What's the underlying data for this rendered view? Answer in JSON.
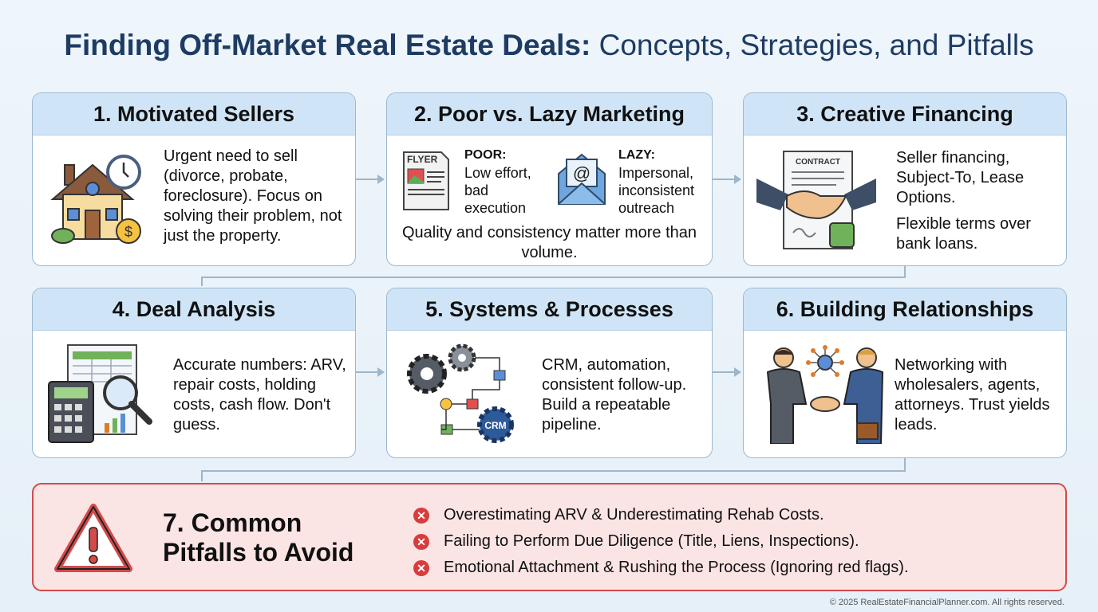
{
  "title": {
    "bold": "Finding Off-Market Real Estate Deals:",
    "rest": " Concepts, Strategies, and Pitfalls"
  },
  "cards": [
    {
      "title": "1. Motivated Sellers",
      "text": "Urgent need to sell (divorce, probate, foreclosure). Focus on solving their problem, not just the property."
    },
    {
      "title": "2. Poor vs. Lazy Marketing",
      "poor_label": "POOR:",
      "poor_text": "Low effort, bad execution",
      "lazy_label": "LAZY:",
      "lazy_text": "Impersonal, inconsistent outreach",
      "flyer_label": "FLYER",
      "summary": "Quality and consistency matter more than volume."
    },
    {
      "title": "3. Creative Financing",
      "contract_label": "CONTRACT",
      "text1": "Seller financing, Subject-To, Lease Options.",
      "text2": "Flexible terms over bank loans."
    },
    {
      "title": "4. Deal Analysis",
      "text": "Accurate numbers: ARV, repair costs, holding costs, cash flow. Don't guess."
    },
    {
      "title": "5. Systems & Processes",
      "crm_label": "CRM",
      "text": "CRM, automation, consistent follow-up. Build a repeatable pipeline."
    },
    {
      "title": "6. Building Relationships",
      "text": "Networking with wholesalers, agents, attorneys. Trust yields leads."
    }
  ],
  "pitfalls": {
    "title": "7. Common Pitfalls to Avoid",
    "items": [
      "Overestimating ARV & Underestimating Rehab Costs.",
      "Failing to Perform Due Diligence (Title, Liens, Inspections).",
      "Emotional Attachment & Rushing the Process (Ignoring red flags)."
    ]
  },
  "footer": "© 2025 RealEstateFinancialPlanner.com. All rights reserved."
}
